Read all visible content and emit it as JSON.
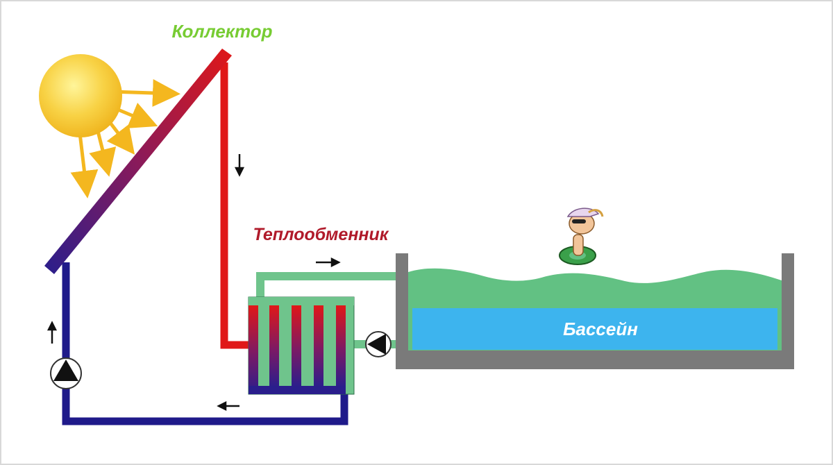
{
  "labels": {
    "collector": "Коллектор",
    "heat_exchanger": "Теплообменник",
    "pool": "Бассейн"
  },
  "colors": {
    "collector_label": "#77cc33",
    "exchanger_label": "#b01a2a",
    "hot_pipe": "#e01818",
    "cold_pipe": "#1f1a8a",
    "pool_water": "#62c183",
    "pool_water_light": "#8fd49f",
    "pool_blue": "#3db4ee",
    "pool_wall": "#7a7a7a",
    "sun": "#f5c233",
    "sun_ray": "#f4b71f"
  },
  "icons": {
    "sun": "sun-icon",
    "pump": "pump-icon",
    "swimmer": "swimmer-icon",
    "arrow": "flow-arrow-icon"
  }
}
